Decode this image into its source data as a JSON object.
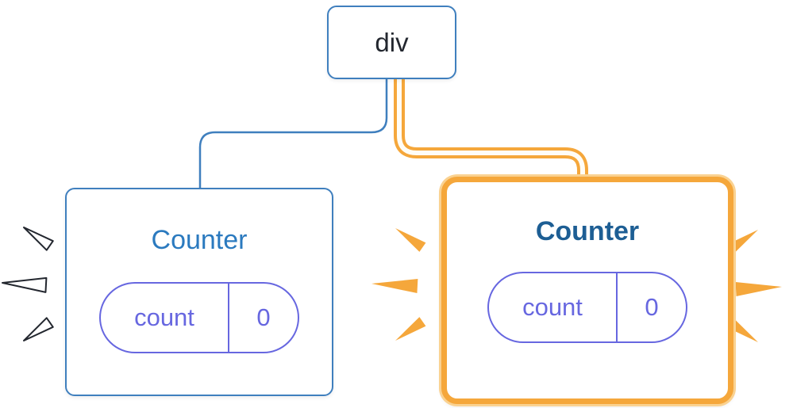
{
  "diagram": {
    "root": {
      "label": "div"
    },
    "children": [
      {
        "label": "Counter",
        "state": {
          "key": "count",
          "value": "0"
        },
        "highlighted": false
      },
      {
        "label": "Counter",
        "state": {
          "key": "count",
          "value": "0"
        },
        "highlighted": true
      }
    ]
  },
  "colors": {
    "blue": "#3F7FBE",
    "dark_text": "#23272F",
    "component_blue": "#2B7ABF",
    "component_blue_dark": "#1D5E94",
    "purple": "#6767E0",
    "orange": "#F5A73B",
    "orange_light": "#FAD291",
    "card_bg": "#FFFFFF"
  }
}
